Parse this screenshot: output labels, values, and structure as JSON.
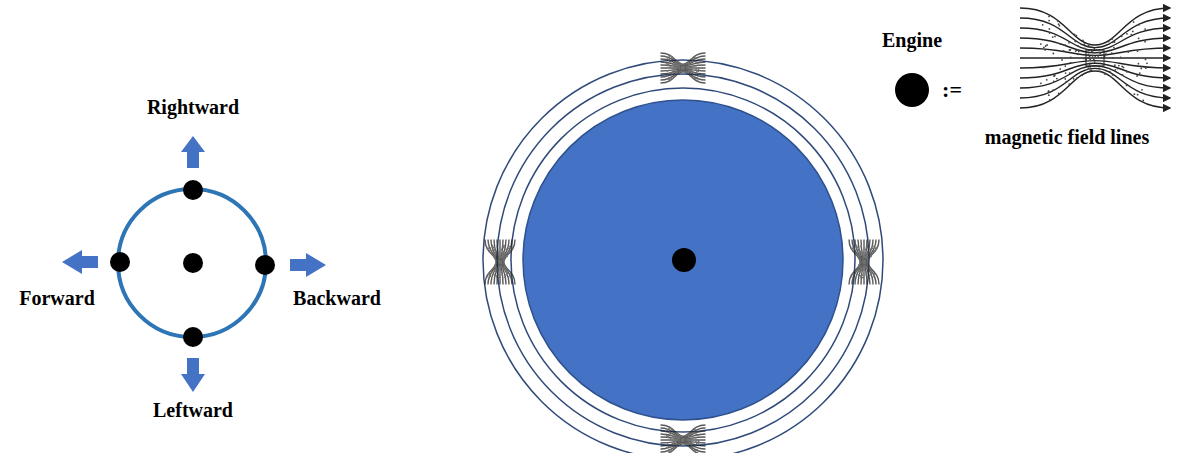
{
  "diagram": {
    "labels": [
      "Rightward",
      "Forward",
      "Backward",
      "Leftward",
      "Engine",
      ":=",
      "magnetic field lines"
    ]
  }
}
